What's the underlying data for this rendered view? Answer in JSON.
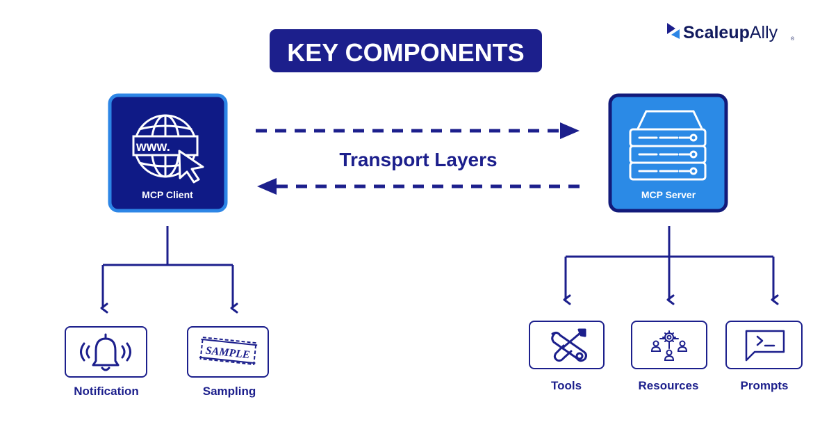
{
  "title": "KEY COMPONENTS",
  "logo": {
    "text_bold": "Scaleup",
    "text_light": "Ally"
  },
  "transport_label": "Transport Layers",
  "client": {
    "label": "MCP Client",
    "icon": "globe-www-cursor-icon",
    "children": [
      {
        "label": "Notification",
        "icon": "bell-icon"
      },
      {
        "label": "Sampling",
        "icon": "sample-stamp-icon",
        "stamp_text": "SAMPLE"
      }
    ]
  },
  "server": {
    "label": "MCP Server",
    "icon": "server-rack-icon",
    "children": [
      {
        "label": "Tools",
        "icon": "wrench-screwdriver-icon"
      },
      {
        "label": "Resources",
        "icon": "team-gear-icon"
      },
      {
        "label": "Prompts",
        "icon": "terminal-prompt-icon"
      }
    ]
  },
  "colors": {
    "navy": "#1c1f8c",
    "client_fill": "#0f1a86",
    "client_border": "#2d86e6",
    "server_fill": "#2b8ae6",
    "server_border": "#121a7a"
  }
}
